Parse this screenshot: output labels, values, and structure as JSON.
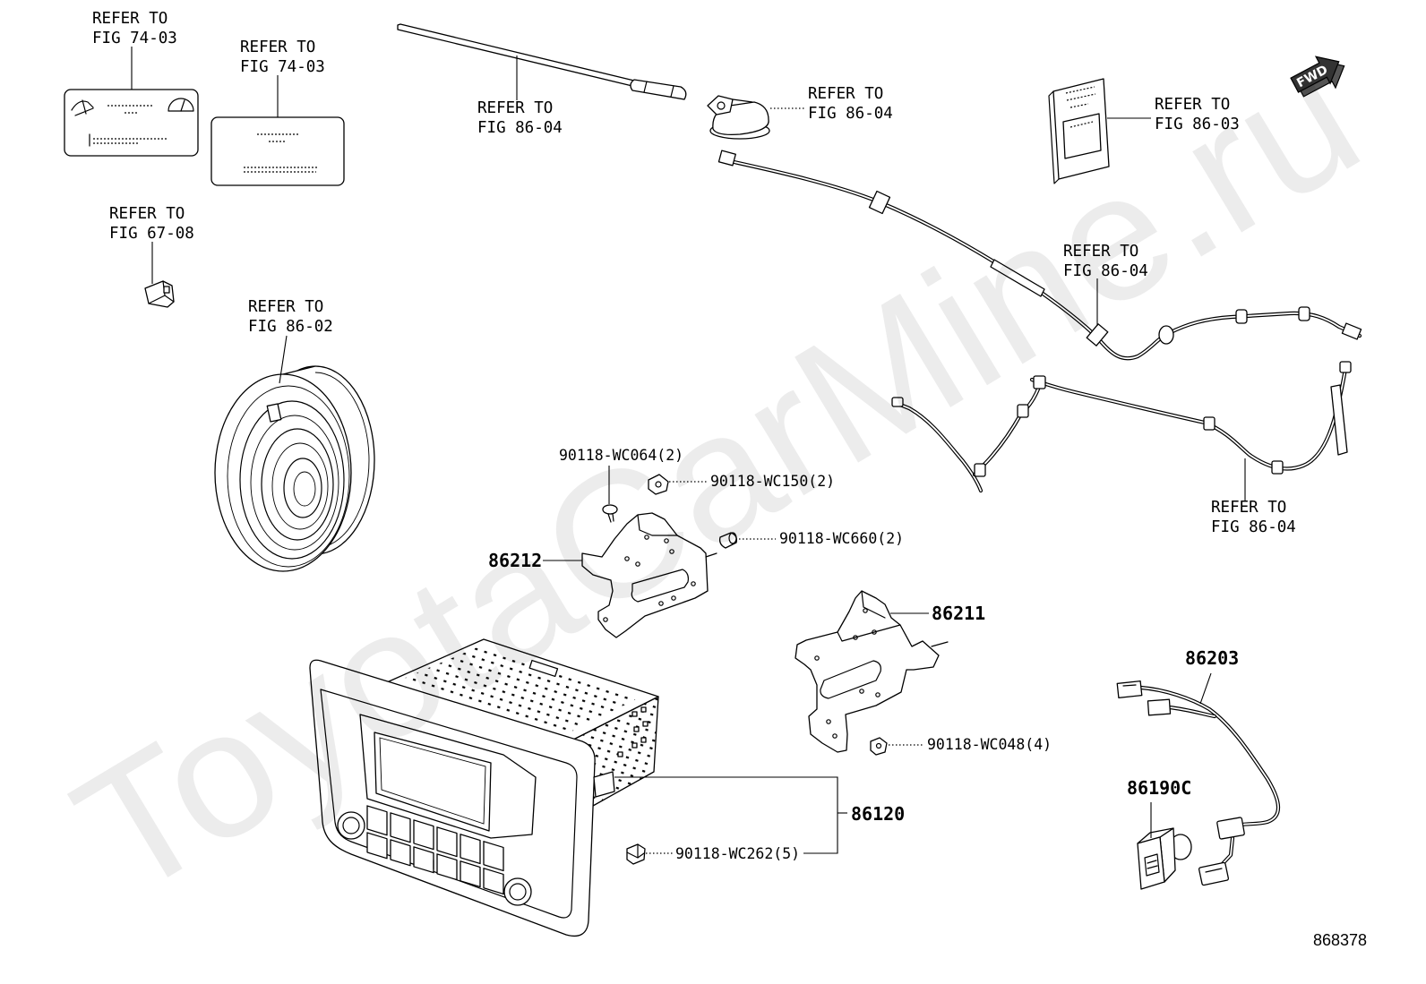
{
  "diagram": {
    "id": "868378",
    "watermark": "ToyotaCarMine.ru",
    "direction_badge": "FWD"
  },
  "colors": {
    "ink": "#000000",
    "paper": "#ffffff"
  },
  "refer_labels": {
    "card_top_left": {
      "line1": "REFER TO",
      "line2": "FIG 74-03"
    },
    "card_top_middle": {
      "line1": "REFER TO",
      "line2": "FIG 74-03"
    },
    "antenna_rod": {
      "line1": "REFER TO",
      "line2": "FIG 86-04"
    },
    "antenna_base": {
      "line1": "REFER TO",
      "line2": "FIG 86-04"
    },
    "manual": {
      "line1": "REFER TO",
      "line2": "FIG 86-03"
    },
    "clip": {
      "line1": "REFER TO",
      "line2": "FIG 67-08"
    },
    "speaker": {
      "line1": "REFER TO",
      "line2": "FIG 86-02"
    },
    "cable_upper": {
      "line1": "REFER TO",
      "line2": "FIG 86-04"
    },
    "cable_lower": {
      "line1": "REFER TO",
      "line2": "FIG 86-04"
    }
  },
  "part_labels": {
    "screw_wc064": "90118-WC064(2)",
    "nut_wc150": "90118-WC150(2)",
    "screw_wc660": "90118-WC660(2)",
    "bracket_86212": "86212",
    "bracket_86211": "86211",
    "harness_86203": "86203",
    "clip_wc048": "90118-WC048(4)",
    "usb_86190c": "86190C",
    "head_unit_86120": "86120",
    "clip_wc262": "90118-WC262(5)"
  }
}
